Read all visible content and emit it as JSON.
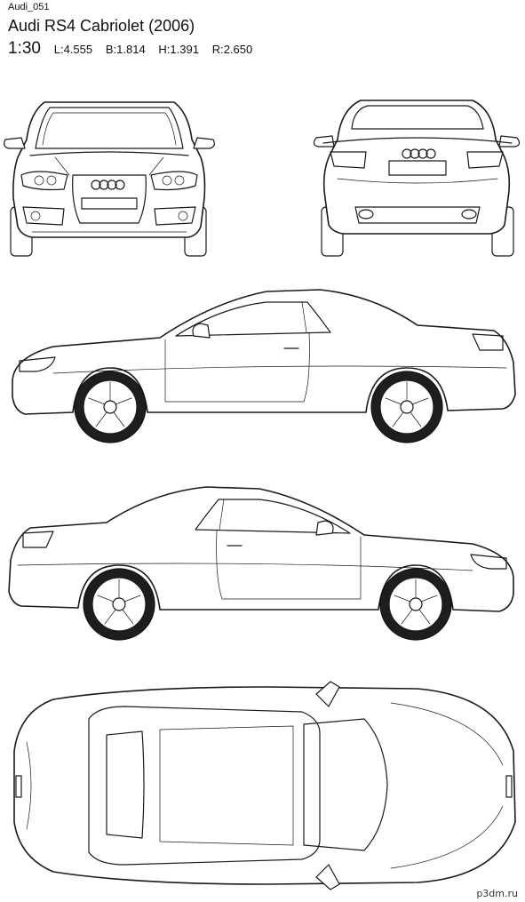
{
  "header": {
    "code": "Audi_051",
    "title": "Audi RS4 Cabriolet (2006)",
    "scale": "1:30",
    "dims": [
      {
        "label": "L:",
        "value": "4.555"
      },
      {
        "label": "B:",
        "value": "1.814"
      },
      {
        "label": "H:",
        "value": "1.391"
      },
      {
        "label": "R:",
        "value": "2.650"
      }
    ]
  },
  "watermark": "p3dm.ru"
}
